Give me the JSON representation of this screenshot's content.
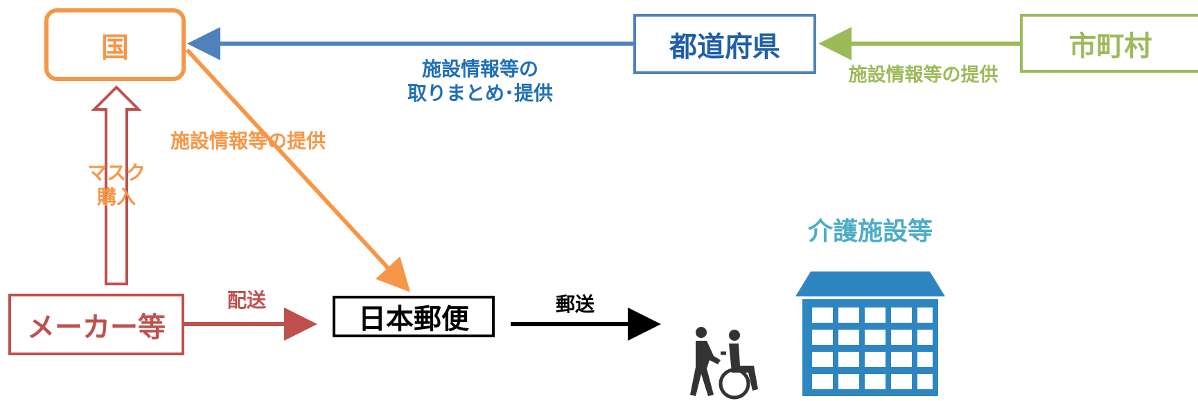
{
  "nodes": {
    "kuni": "国",
    "todofuken": "都道府県",
    "shichoson": "市町村",
    "maker": "メーカー等",
    "post": "日本郵便",
    "facility": "介護施設等"
  },
  "edges": {
    "shichoson_to_pref": "施設情報等の提供",
    "pref_to_kuni_line1": "施設情報等の",
    "pref_to_kuni_line2": "取りまとめ･提供",
    "kuni_to_post": "施設情報等の提供",
    "maker_to_kuni_line1": "マスク",
    "maker_to_kuni_line2": "購入",
    "maker_to_post": "配送",
    "post_to_facility": "郵送"
  },
  "colors": {
    "orange": "#F79646",
    "blue": "#4F81BD",
    "blue_text": "#1F6FB7",
    "green": "#9BBB59",
    "red": "#C0504D",
    "black": "#000000",
    "facility": "#2E86C1",
    "facility_label": "#4BACC6"
  },
  "icons": [
    "wheelchair-care-icon",
    "facility-building-icon"
  ]
}
